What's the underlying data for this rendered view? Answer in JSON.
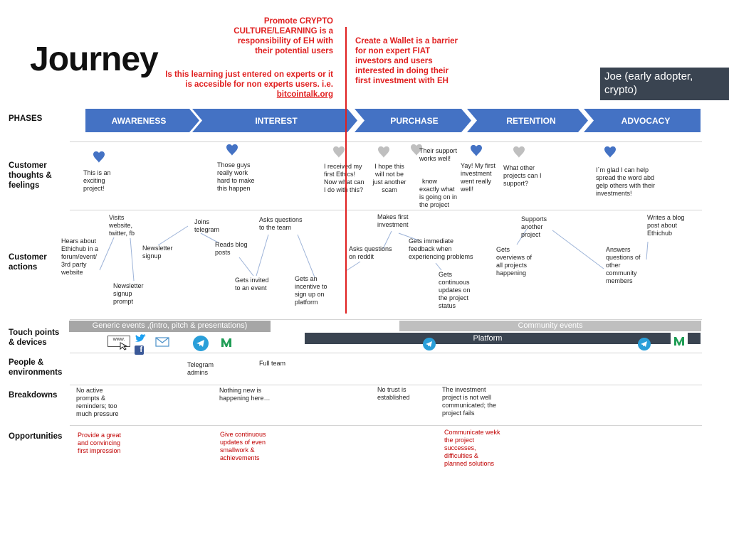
{
  "title": "Journey",
  "annotations": {
    "promote": [
      "Promote CRYPTO",
      "CULTURE/LEARNING is a",
      "responsibility of EH with",
      "their potential users"
    ],
    "learning": [
      "Is this learning just entered on experts or it",
      "is accesible for non experts users. i.e."
    ],
    "learning_link": "bitcointalk.org",
    "wallet": [
      "Create a Wallet is a barrier",
      "for non expert FIAT",
      "investors and users",
      "interested in doing their",
      "first investment with EH"
    ]
  },
  "persona": [
    "Joe (early adopter,",
    "crypto)"
  ],
  "rows": {
    "phases": "PHASES",
    "thoughts": [
      "Customer",
      "thoughts &",
      "feelings"
    ],
    "actions": [
      "Customer",
      "actions"
    ],
    "touch": [
      "Touch points",
      "& devices"
    ],
    "people": [
      "People &",
      "environments"
    ],
    "breakdowns": "Breakdowns",
    "opportunities": "Opportunities"
  },
  "phases": [
    "AWARENESS",
    "INTEREST",
    "PURCHASE",
    "RETENTION",
    "ADVOCACY"
  ],
  "thoughts": {
    "exciting": [
      "This is an",
      "exciting",
      "project!"
    ],
    "work": [
      "Those guys",
      "really work",
      "hard to make",
      "this happen"
    ],
    "received": [
      "I received my",
      "first Ethics!",
      "Now what can",
      "I do with this?"
    ],
    "hope": [
      "I hope this",
      "will not be",
      "just another",
      "scam"
    ],
    "support": [
      "Their support",
      "works well!"
    ],
    "know": [
      "know",
      "exactly what",
      "is going on in",
      "the project"
    ],
    "yay": [
      "Yay! My first",
      "investment",
      "went really",
      "well!"
    ],
    "other": [
      "What other",
      "projects can I",
      "support?"
    ],
    "glad": [
      "I´m glad I can help",
      "spread the word abd",
      "gelp others with their",
      "investments!"
    ]
  },
  "actions": {
    "hears": [
      "Hears about",
      "Ethichub in a",
      "forum/event/",
      "3rd party",
      "website"
    ],
    "visits": [
      "Visits",
      "website,",
      "twitter, fb"
    ],
    "newsletter_signup": [
      "Newsletter",
      "signup"
    ],
    "newsletter_prompt": [
      "Newsletter",
      "signup",
      "prompt"
    ],
    "telegram": [
      "Joins",
      "telegram"
    ],
    "blog": [
      "Reads blog",
      "posts"
    ],
    "ask_team": [
      "Asks questions",
      "to the team"
    ],
    "invited": [
      "Gets invited",
      "to an event"
    ],
    "incentive": [
      "Gets an",
      "incentive to",
      "sign up on",
      "platform"
    ],
    "ask_reddit": [
      "Asks questions",
      "on reddit"
    ],
    "first_inv": [
      "Makes first",
      "investment"
    ],
    "feedback": [
      "Gets immediate",
      "feedback when",
      "experiencing problems"
    ],
    "updates": [
      "Gets",
      "continuous",
      "updates on",
      "the project",
      "status"
    ],
    "supports": [
      "Supports",
      "another",
      "project"
    ],
    "overviews": [
      "Gets",
      "overviews of",
      "all projects",
      "happening"
    ],
    "answers": [
      "Answers",
      "questions of",
      "other",
      "community",
      "members"
    ],
    "writes": [
      "Writes a blog",
      "post about",
      "Ethichub"
    ]
  },
  "touch": {
    "generic": "Generic events ,(intro, pitch & presentations)",
    "community": "Community events",
    "platform": "Platform",
    "www": "www."
  },
  "people": {
    "tg_admins": [
      "Telegram",
      "admins"
    ],
    "full_team": "Full team"
  },
  "breakdowns": {
    "no_active": [
      "No active",
      "prompts &",
      "reminders; too",
      "much pressure"
    ],
    "nothing_new": [
      "Nothing new is",
      "happening here…"
    ],
    "no_trust": [
      "No trust is",
      "established"
    ],
    "investment": [
      "The investment",
      "project is not well",
      "communicated; the",
      "project fails"
    ]
  },
  "opportunities": {
    "first_impression": [
      "Provide a great",
      "and convincing",
      "first impression"
    ],
    "continuous": [
      "Give continuous",
      "updates of even",
      "smallwork &",
      "achievements"
    ],
    "communicate": [
      "Communicate wekk",
      "the project",
      "successes,",
      "difficulties &",
      "planned solutions"
    ]
  },
  "colors": {
    "phase": "#4472c4",
    "divider": "#e02020",
    "heart_blue": "#4472c4",
    "heart_grey": "#bfbfbf",
    "generic_bar": "#a6a6a6",
    "platform_bar": "#3a4451",
    "telegram": "#2a9fd9",
    "medium": "#1f9d55"
  }
}
